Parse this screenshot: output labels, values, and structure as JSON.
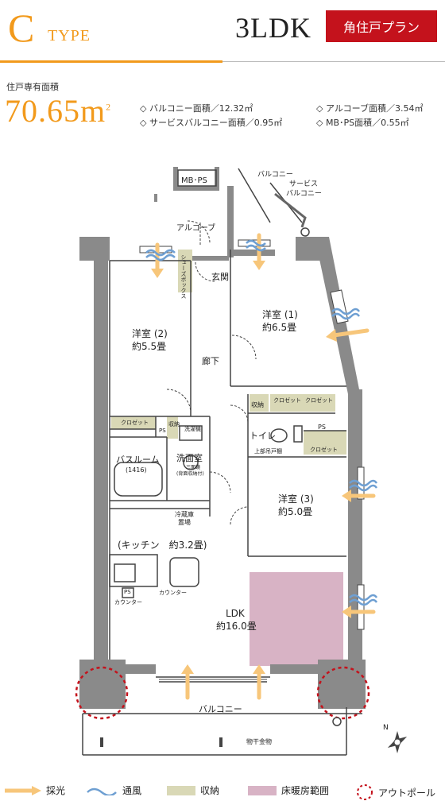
{
  "header": {
    "type_letter": "C",
    "type_word": "TYPE",
    "layout": "3LDK",
    "plan_badge": "角住戸プラン",
    "accent_color": "#f29a1c",
    "badge_color": "#c4121c"
  },
  "area": {
    "label": "住戸専有面積",
    "value": "70.65",
    "unit": "m",
    "unit_sup": "2"
  },
  "specs": [
    "◇ バルコニー面積／12.32㎡",
    "◇ アルコーブ面積／3.54㎡",
    "◇ サービスバルコニー面積／0.95㎡",
    "◇ MB･PS面積／0.55㎡"
  ],
  "rooms": {
    "mbps": "MB･PS",
    "balcony_top": "バルコニー",
    "service": "サービス",
    "service2": "バルコニー",
    "alcove": "アルコーブ",
    "shoebox": "シューズボックス",
    "entrance": "玄関",
    "room1_name": "洋室 (1)",
    "room1_size": "約6.5畳",
    "room2_name": "洋室 (2)",
    "room2_size": "約5.5畳",
    "hall": "廊下",
    "storage": "収納",
    "closet": "クロゼット",
    "toilet": "トイレ",
    "ps": "PS",
    "upper_cabinet": "上部吊戸棚",
    "washer": "洗濯機",
    "wash_storage": "収納",
    "bath": "バスルーム",
    "bath_size": "(1416)",
    "washroom": "洗面室",
    "mirror_note": "三面鏡",
    "mirror_note2": "(背面収納付)",
    "fridge": "冷蔵庫",
    "fridge2": "置場",
    "room3_name": "洋室 (3)",
    "room3_size": "約5.0畳",
    "kitchen": "(キッチン　約3.2畳)",
    "counter": "カウンター",
    "ldk_name": "LDK",
    "ldk_size": "約16.0畳",
    "balcony": "バルコニー",
    "clothes_rack": "物干金物"
  },
  "legend": {
    "light": "採光",
    "wind": "通風",
    "storage": "収納",
    "floor_heating": "床暖房範囲",
    "outpole": "アウトポール",
    "light_color": "#f7c67a",
    "wind_color": "#6e9fd2",
    "storage_color": "#d9d8b6",
    "heating_color": "#d8b3c5",
    "outpole_color": "#c4121c"
  }
}
